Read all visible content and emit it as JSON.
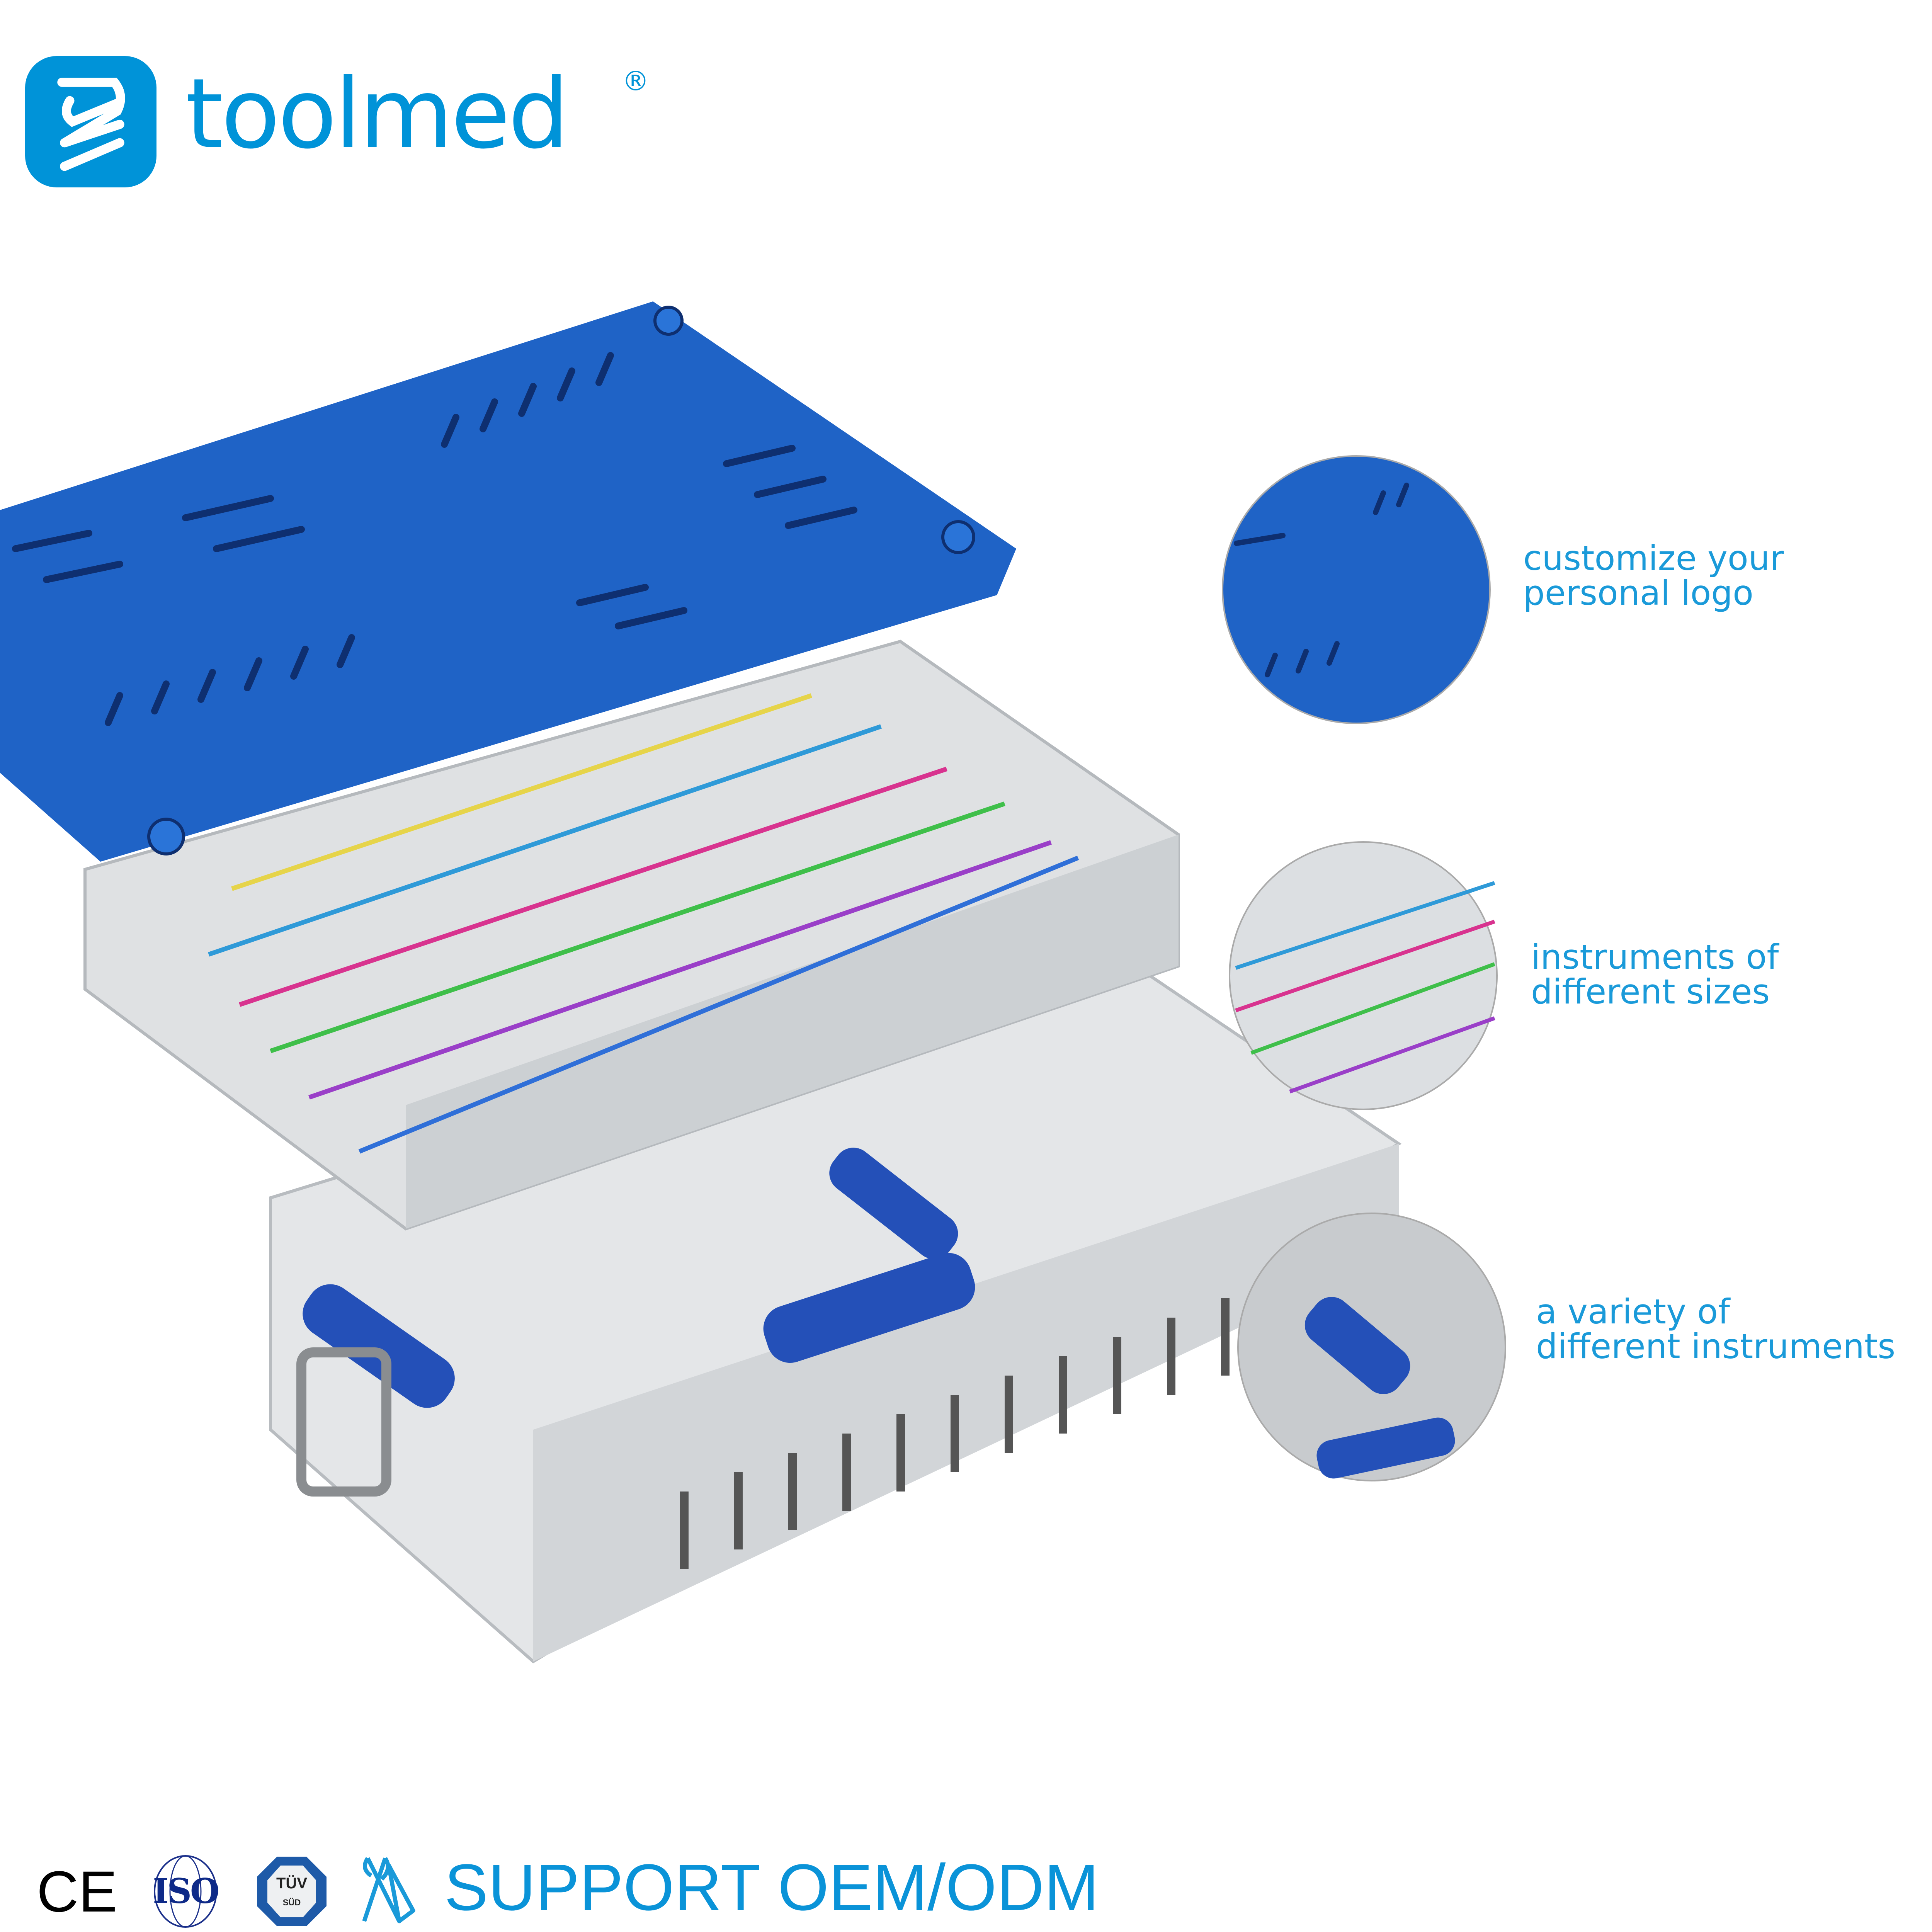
{
  "brand": {
    "name": "toolmed",
    "registered_mark": "®",
    "color": "#0093d8"
  },
  "product_image": {
    "lid_color": "#1f63c6",
    "tray_color": "#d9dcdf",
    "rod_colors": [
      "#e6d44a",
      "#2f9ad8",
      "#d8338f",
      "#3fbf4a",
      "#9a3fc8",
      "#2f6fd8"
    ]
  },
  "callouts": [
    {
      "line1": "customize your",
      "line2": "personal logo"
    },
    {
      "line1": "instruments of",
      "line2": "different sizes"
    },
    {
      "line1": "a variety of",
      "line2": "different instruments"
    }
  ],
  "certifications": {
    "ce": "CE",
    "iso": "ISO",
    "tuv_top": "TÜV",
    "tuv_bottom": "SÜD"
  },
  "oem_text": "SUPPORT OEM/ODM",
  "accent_color": "#1a9ad9"
}
